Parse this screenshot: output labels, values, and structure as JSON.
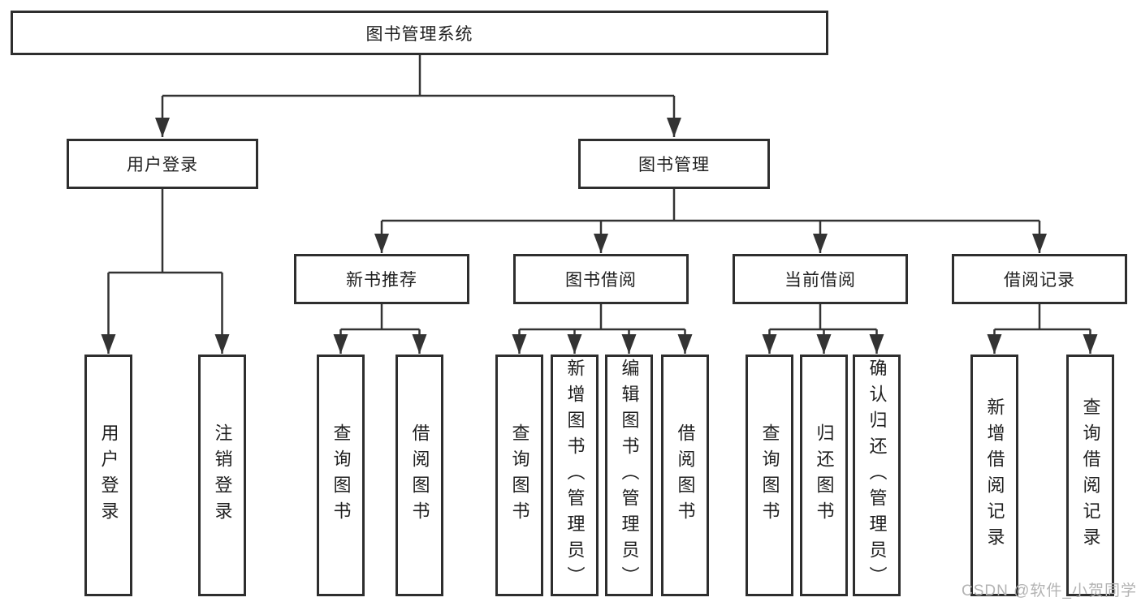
{
  "nodes": {
    "root": "图书管理系统",
    "level2": [
      "用户登录",
      "图书管理"
    ],
    "level3": [
      "新书推荐",
      "图书借阅",
      "当前借阅",
      "借阅记录"
    ],
    "leaves": [
      "用户登录",
      "注销登录",
      "查询图书",
      "借阅图书",
      "查询图书",
      "新增图书（管理员）",
      "编辑图书（管理员）",
      "借阅图书",
      "查询图书",
      "归还图书",
      "确认归还（管理员）",
      "新增借阅记录",
      "查询借阅记录"
    ]
  },
  "colors": {
    "line": "#333333",
    "border": "#2e2e2e",
    "text": "#1f1f1f",
    "watermark": "#b3b3b3",
    "background": "#ffffff"
  },
  "watermark": "CSDN @软件_小贺同学"
}
